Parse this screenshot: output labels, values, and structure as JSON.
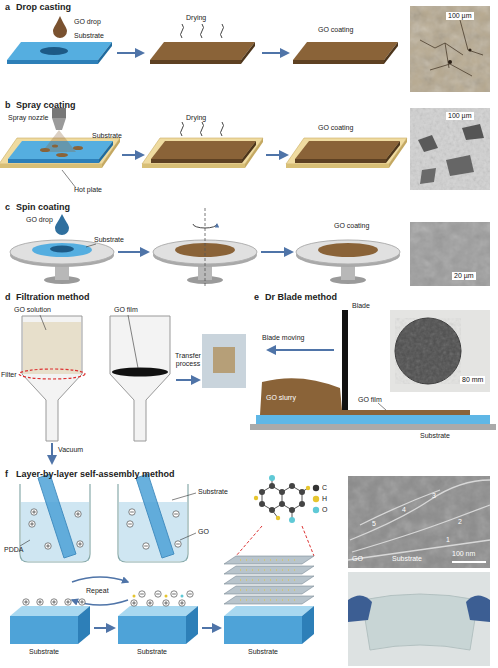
{
  "diagram": {
    "labels": [
      "a",
      "Drop casting",
      "GO drop",
      "Substrate",
      "Drying",
      "GO coating",
      "100 µm",
      "b",
      "Spray coating",
      "Spray nozzle",
      "Substrate",
      "Drying",
      "GO coating",
      "Hot plate",
      "100 µm",
      "c",
      "Spin coating",
      "GO drop",
      "Substrate",
      "GO coating",
      "20 µm",
      "d",
      "Filtration method",
      "GO solution",
      "GO film",
      "Transfer process",
      "Filter",
      "Vacuum",
      "e",
      "Dr Blade method",
      "Blade",
      "Blade moving",
      "GO slurry",
      "GO film",
      "Substrate",
      "80 mm",
      "f",
      "Layer-by-layer self-assembly method",
      "Substrate",
      "PDDA",
      "Repeat",
      "GO",
      "C",
      "H",
      "O",
      "5",
      "4",
      "3",
      "2",
      "1",
      "GO",
      "Substrate",
      "100 nm",
      "Substrate",
      "Substrate",
      "Substrate"
    ]
  }
}
